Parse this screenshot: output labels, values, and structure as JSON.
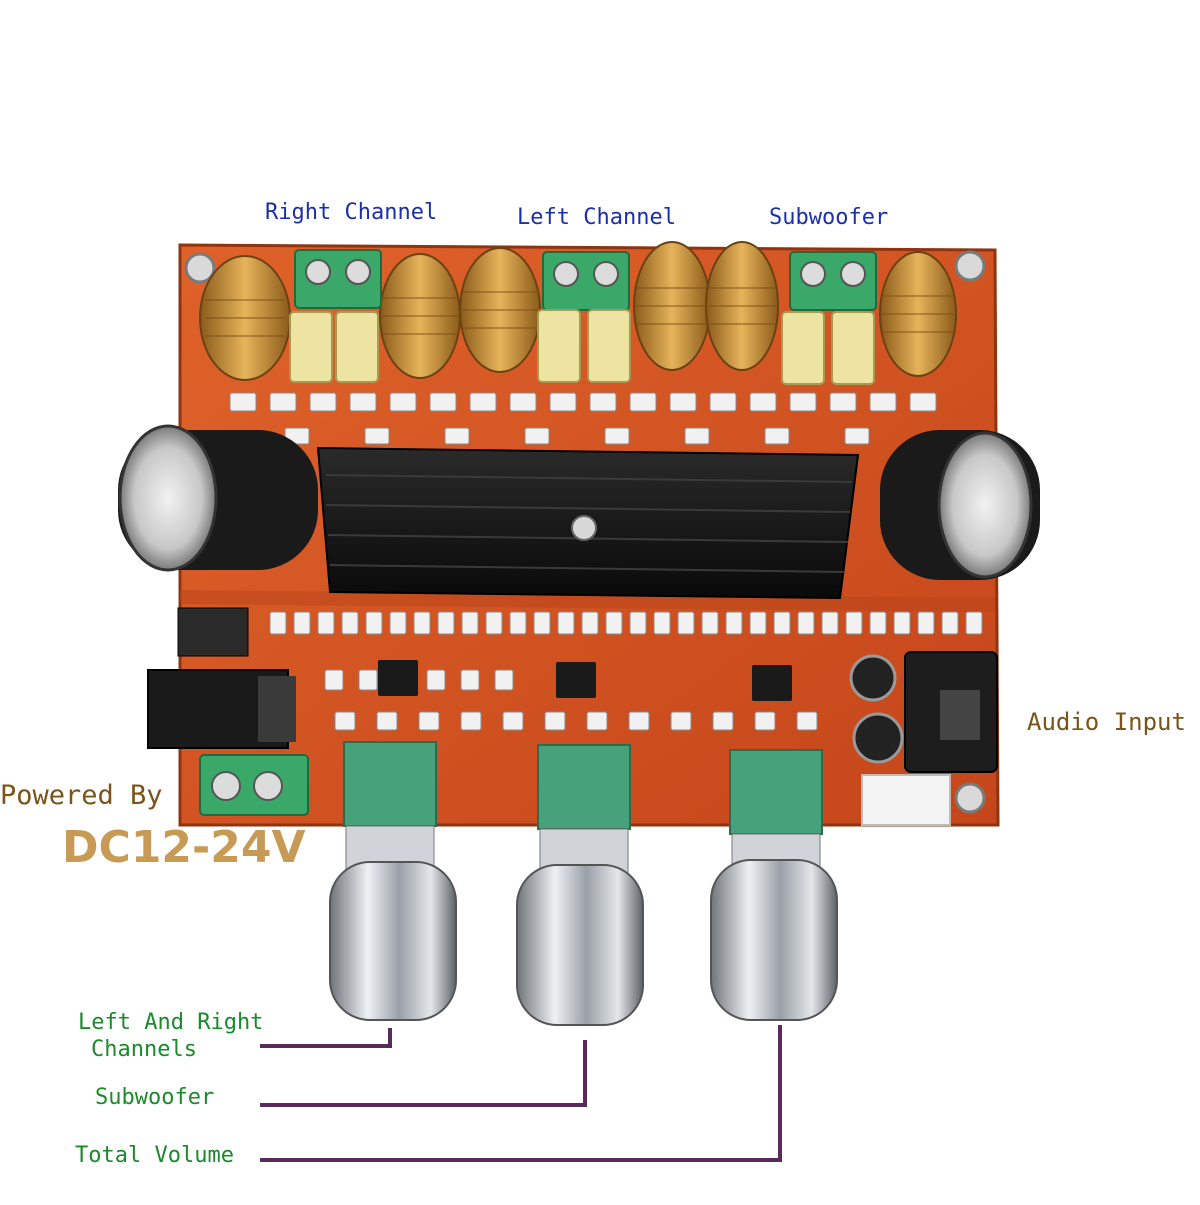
{
  "labels": {
    "right_channel": "Right Channel",
    "left_channel": "Left Channel",
    "subwoofer_top": "Subwoofer",
    "audio_input": "Audio Input",
    "powered_by": "Powered By",
    "voltage": "DC12-24V",
    "knob_lr": "Left And Right",
    "knob_lr_2": "Channels",
    "knob_sub": "Subwoofer",
    "knob_total": "Total Volume"
  },
  "colors": {
    "pcb": "#d4511c",
    "pcb_dark": "#a93a10",
    "terminal": "#3aa868",
    "coil_copper": "#c98a2e",
    "capacitor_yellow": "#ece4a0",
    "heatsink": "#161616",
    "knob_silver": "#c9cdd2",
    "leader_line": "#5a2a5a",
    "label_blue": "#1a2fa8",
    "label_green": "#1b8a2a",
    "label_brown": "#7a5418",
    "voltage_gold": "#c79a55"
  }
}
